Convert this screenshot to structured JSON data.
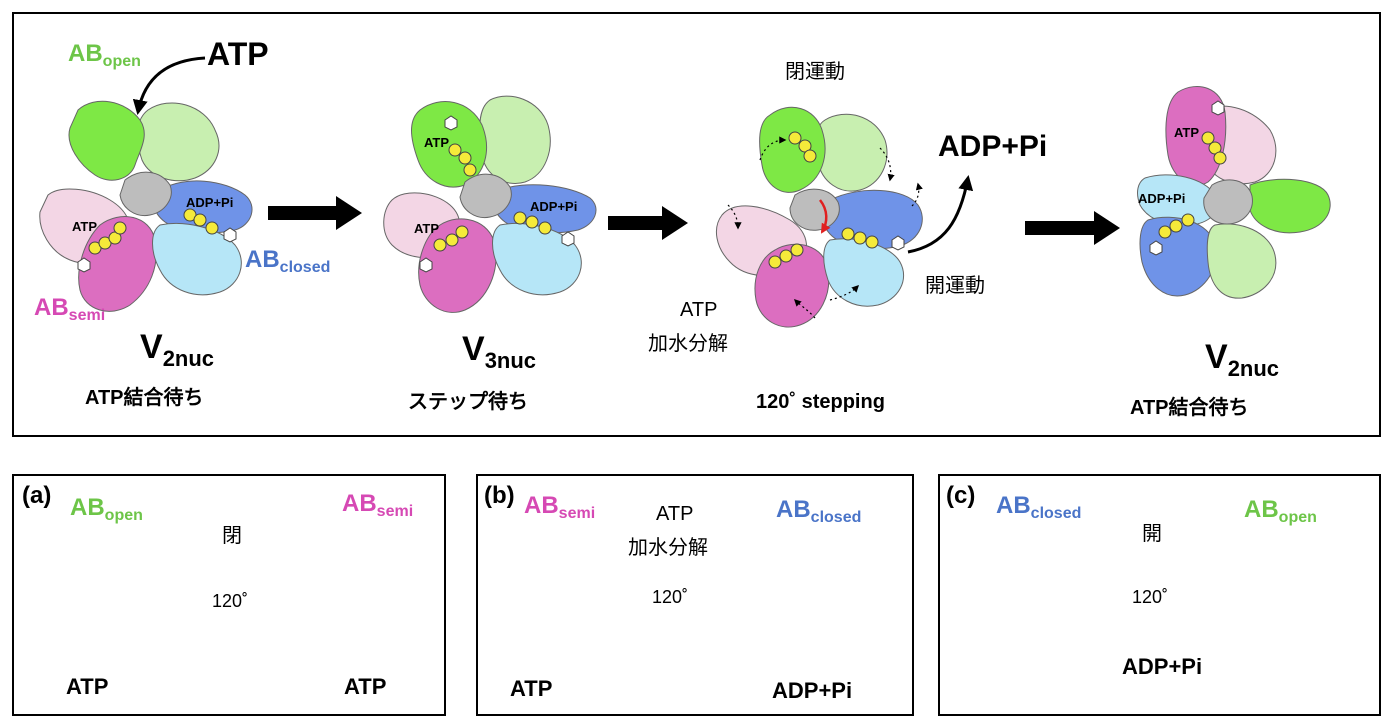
{
  "main": {
    "stage1": {
      "label_open": "AB",
      "sub_open": "open",
      "atp": "ATP",
      "atp_site": "ATP",
      "adp_site": "ADP+Pi",
      "label_closed": "AB",
      "sub_closed": "closed",
      "label_semi": "AB",
      "sub_semi": "semi",
      "state": "V",
      "state_sub": "2nuc",
      "caption": "ATP結合待ち"
    },
    "stage2": {
      "atp_site": "ATP",
      "adp_site": "ADP+Pi",
      "atp_site2": "ATP",
      "state": "V",
      "state_sub": "3nuc",
      "caption": "ステップ待ち"
    },
    "stage3": {
      "close_motion": "閉運動",
      "release": "ADP+Pi",
      "open_motion": "開運動",
      "hydrolysis_1": "ATP",
      "hydrolysis_2": "加水分解",
      "caption": "120˚ stepping"
    },
    "stage4": {
      "atp_site": "ATP",
      "adp_site": "ADP+Pi",
      "state": "V",
      "state_sub": "2nuc",
      "caption": "ATP結合待ち"
    }
  },
  "sub_panels": [
    {
      "tag": "(a)",
      "from_label": "AB",
      "from_sub": "open",
      "to_label": "AB",
      "to_sub": "semi",
      "action": "閉",
      "angle": "120˚",
      "left_caption": "ATP",
      "right_caption": "ATP"
    },
    {
      "tag": "(b)",
      "from_label": "AB",
      "from_sub": "semi",
      "to_label": "AB",
      "to_sub": "closed",
      "action_1": "ATP",
      "action_2": "加水分解",
      "angle": "120˚",
      "left_caption": "ATP",
      "right_caption": "ADP+Pi"
    },
    {
      "tag": "(c)",
      "from_label": "AB",
      "from_sub": "closed",
      "to_label": "AB",
      "to_sub": "open",
      "action": "開",
      "angle": "120˚",
      "release": "ADP+Pi"
    }
  ],
  "colors": {
    "green": "#7ee845",
    "light_green": "#c8efb0",
    "blue": "#6f93e8",
    "light_blue": "#b6e6f7",
    "magenta": "#dc6ec0",
    "pink": "#f3d6e5",
    "gray": "#bdbdbd",
    "yellow": "#f5ea3a",
    "red_arrow": "#e02020"
  }
}
